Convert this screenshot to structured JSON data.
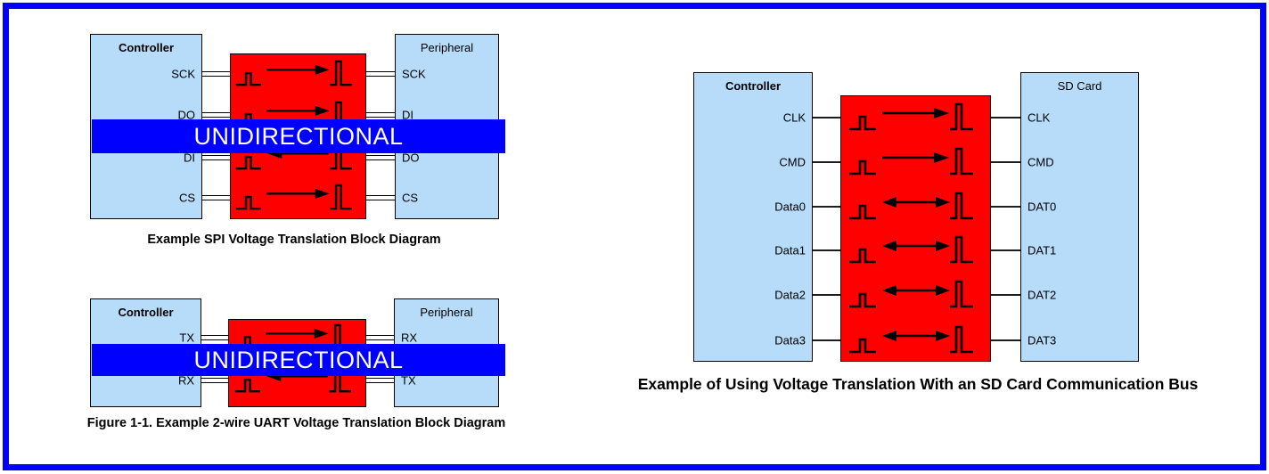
{
  "banner": {
    "label": "UNIDIRECTIONAL",
    "bg": "#0000fe",
    "text_color": "#ffffff"
  },
  "colors": {
    "frame_border": "#0000fe",
    "box_fill": "#b6dcfa",
    "box_border": "#000000",
    "translator_fill": "#fe0000",
    "wire_color": "#000000"
  },
  "diagrams": {
    "spi": {
      "left_title": "Controller",
      "right_title": "Peripheral",
      "rows": [
        {
          "left_label": "SCK",
          "right_label": "SCK",
          "direction": "right"
        },
        {
          "left_label": "DO",
          "right_label": "DI",
          "direction": "right"
        },
        {
          "left_label": "DI",
          "right_label": "DO",
          "direction": "left"
        },
        {
          "left_label": "CS",
          "right_label": "CS",
          "direction": "right"
        }
      ],
      "caption": "Example SPI Voltage Translation Block Diagram"
    },
    "uart": {
      "left_title": "Controller",
      "right_title": "Peripheral",
      "rows": [
        {
          "left_label": "TX",
          "right_label": "RX",
          "direction": "right"
        },
        {
          "left_label": "RX",
          "right_label": "TX",
          "direction": "left"
        }
      ],
      "caption": "Figure 1-1. Example 2-wire UART Voltage Translation Block Diagram"
    },
    "sd": {
      "left_title": "Controller",
      "right_title": "SD Card",
      "rows": [
        {
          "left_label": "CLK",
          "right_label": "CLK",
          "direction": "right"
        },
        {
          "left_label": "CMD",
          "right_label": "CMD",
          "direction": "right"
        },
        {
          "left_label": "Data0",
          "right_label": "DAT0",
          "direction": "both"
        },
        {
          "left_label": "Data1",
          "right_label": "DAT1",
          "direction": "both"
        },
        {
          "left_label": "Data2",
          "right_label": "DAT2",
          "direction": "both"
        },
        {
          "left_label": "Data3",
          "right_label": "DAT3",
          "direction": "both"
        }
      ],
      "caption": "Example of Using Voltage Translation With an SD Card Communication Bus"
    }
  }
}
